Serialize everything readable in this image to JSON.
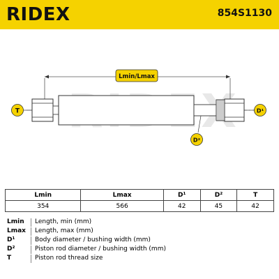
{
  "header": {
    "brand": "RIDEX",
    "part_number": "854S1130"
  },
  "diagram": {
    "dimension_label": "Lmin/Lmax",
    "left_eye_label": "T",
    "right_eye_label": "D¹",
    "rod_label": "D²",
    "watermark": "RIDEX"
  },
  "table": {
    "headers": [
      "Lmin",
      "Lmax",
      "D¹",
      "D²",
      "T"
    ],
    "values": [
      "354",
      "566",
      "42",
      "45",
      "42"
    ]
  },
  "legend": [
    {
      "key": "Lmin",
      "desc": "Length, min (mm)"
    },
    {
      "key": "Lmax",
      "desc": "Length, max (mm)"
    },
    {
      "key": "D¹",
      "desc": "Body diameter / bushing width (mm)"
    },
    {
      "key": "D²",
      "desc": "Piston rod diameter / bushing width (mm)"
    },
    {
      "key": "T",
      "desc": "Piston rod thread size"
    }
  ],
  "colors": {
    "header_bg": "#f5d200",
    "line": "#333333",
    "watermark": "#e8e8e8"
  }
}
